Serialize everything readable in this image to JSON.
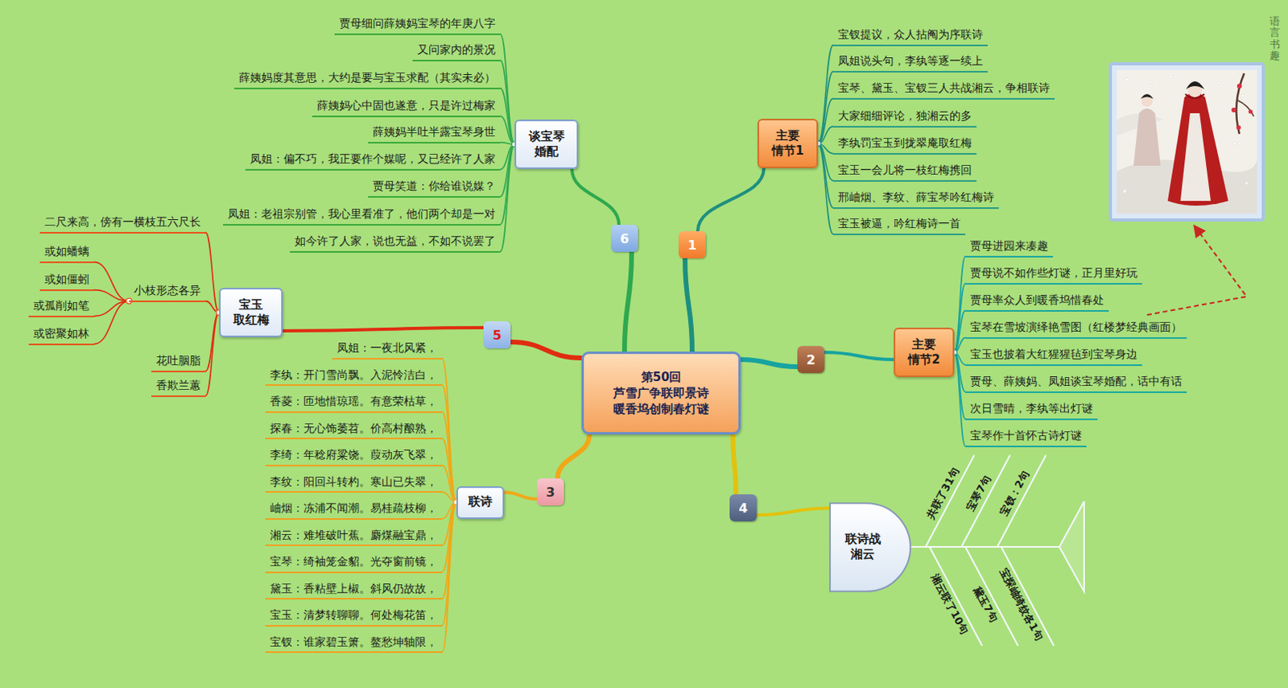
{
  "diagram": {
    "nodes": [
      {
        "text": [
          "第50回 芦雪广争联即景诗 暖香坞创制春灯谜"
        ]
      },
      {
        "text": [
          "1"
        ]
      },
      {
        "text": [
          "主要 情节1"
        ]
      },
      {
        "text": [
          "宝钗提议，众人拈阄为序联诗"
        ]
      },
      {
        "text": [
          "凤姐说头句，李纨等逐一续上"
        ]
      },
      {
        "text": [
          "宝琴、黛玉、宝钗三人共战湘云，争相联诗"
        ]
      },
      {
        "text": [
          "大家细细评论，独湘云的多"
        ]
      },
      {
        "text": [
          "李纨罚宝玉到拢翠庵取红梅"
        ]
      },
      {
        "text": [
          "宝玉一会儿将一枝红梅携回"
        ]
      },
      {
        "text": [
          "邢岫烟、李纹、薛宝琴吟红梅诗"
        ]
      },
      {
        "text": [
          "宝玉被逼，吟红梅诗一首"
        ]
      },
      {
        "text": [
          "2"
        ]
      },
      {
        "text": [
          "主要 情节2"
        ]
      },
      {
        "text": [
          "贾母进园来凑趣"
        ]
      },
      {
        "text": [
          "贾母说不如作些灯谜，正月里好玩"
        ]
      },
      {
        "text": [
          "贾母率众人到暖香坞惜春处"
        ]
      },
      {
        "text": [
          "宝琴在雪坡演绎艳雪图（红楼梦经典画面）"
        ]
      },
      {
        "text": [
          "宝玉也披着大红猩猩毡到宝琴身边"
        ]
      },
      {
        "text": [
          "贾母、薛姨妈、凤姐谈宝琴婚配，话中有话"
        ]
      },
      {
        "text": [
          "次日雪晴，李纨等出灯谜"
        ]
      },
      {
        "text": [
          "宝琴作十首怀古诗灯谜"
        ]
      },
      {
        "text": [
          "3"
        ]
      },
      {
        "text": [
          "联诗"
        ]
      },
      {
        "text": [
          "凤姐：一夜北风紧，"
        ]
      },
      {
        "text": [
          "李纨：开门雪尚飘。入泥怜洁白，"
        ]
      },
      {
        "text": [
          "香菱：匝地惜琼瑶。有意荣枯草，"
        ]
      },
      {
        "text": [
          "探春：无心饰萎苕。价高村酿熟，"
        ]
      },
      {
        "text": [
          "李绮：年稔府粱饶。葭动灰飞翠，"
        ]
      },
      {
        "text": [
          "李纹：阳回斗转杓。寒山已失翠，"
        ]
      },
      {
        "text": [
          "岫烟：冻浦不闻潮。易桂疏枝柳，"
        ]
      },
      {
        "text": [
          "湘云：难堆破叶蕉。麝煤融宝鼎，"
        ]
      },
      {
        "text": [
          "宝琴：绮袖笼金貂。光夺窗前镜，"
        ]
      },
      {
        "text": [
          "黛玉：香粘壁上椒。斜风仍故故，"
        ]
      },
      {
        "text": [
          "宝玉：清梦转聊聊。何处梅花笛，"
        ]
      },
      {
        "text": [
          "宝钗：谁家碧玉箫。鳌愁坤轴限，"
        ]
      },
      {
        "text": [
          "4"
        ]
      },
      {
        "text": [
          "联诗战 湘云"
        ]
      },
      {
        "text": [
          "5"
        ]
      },
      {
        "text": [
          "宝玉 取红梅"
        ]
      },
      {
        "text": [
          "二尺来高，傍有一横枝五六尺长"
        ]
      },
      {
        "text": [
          "小枝形态各异"
        ]
      },
      {
        "text": [
          "或如蟠螭"
        ]
      },
      {
        "text": [
          "或如僵蚓"
        ]
      },
      {
        "text": [
          "或孤削如笔"
        ]
      },
      {
        "text": [
          "或密聚如林"
        ]
      },
      {
        "text": [
          "花吐胭脂"
        ]
      },
      {
        "text": [
          "香欺兰蕙"
        ]
      },
      {
        "text": [
          "6"
        ]
      },
      {
        "text": [
          "谈宝琴 婚配"
        ]
      },
      {
        "text": [
          "贾母细问薛姨妈宝琴的年庚八字"
        ]
      },
      {
        "text": [
          "又问家内的景况"
        ]
      },
      {
        "text": [
          "薛姨妈度其意思，大约是要与宝玉求配（其实未必）"
        ]
      },
      {
        "text": [
          "薛姨妈心中固也遂意，只是许过梅家"
        ]
      },
      {
        "text": [
          "薛姨妈半吐半露宝琴身世"
        ]
      },
      {
        "text": [
          "凤姐：偏不巧，我正要作个媒呢，又已经许了人家"
        ]
      },
      {
        "text": [
          "贾母笑道：你给谁说媒？"
        ]
      },
      {
        "text": [
          "凤姐：老祖宗别管，我心里看准了，他们两个却是一对"
        ]
      },
      {
        "text": [
          "如今许了人家，说也无益，不如不说罢了"
        ]
      }
    ],
    "edges": [
      {
        "from": 0,
        "to": 1,
        "arrow": "none"
      },
      {
        "from": 1,
        "to": 2,
        "arrow": "none"
      },
      {
        "from": 2,
        "to": 3,
        "arrow": "none"
      },
      {
        "from": 2,
        "to": 4,
        "arrow": "none"
      },
      {
        "from": 2,
        "to": 5,
        "arrow": "none"
      },
      {
        "from": 2,
        "to": 6,
        "arrow": "none"
      },
      {
        "from": 2,
        "to": 7,
        "arrow": "none"
      },
      {
        "from": 2,
        "to": 8,
        "arrow": "none"
      },
      {
        "from": 2,
        "to": 9,
        "arrow": "none"
      },
      {
        "from": 2,
        "to": 10,
        "arrow": "none"
      },
      {
        "from": 0,
        "to": 11,
        "arrow": "none"
      },
      {
        "from": 11,
        "to": 12,
        "arrow": "none"
      },
      {
        "from": 12,
        "to": 13,
        "arrow": "none"
      },
      {
        "from": 12,
        "to": 14,
        "arrow": "none"
      },
      {
        "from": 12,
        "to": 15,
        "arrow": "none"
      },
      {
        "from": 12,
        "to": 16,
        "arrow": "none"
      },
      {
        "from": 12,
        "to": 17,
        "arrow": "none"
      },
      {
        "from": 12,
        "to": 18,
        "arrow": "none"
      },
      {
        "from": 12,
        "to": 19,
        "arrow": "none"
      },
      {
        "from": 12,
        "to": 20,
        "arrow": "none"
      },
      {
        "from": 0,
        "to": 21,
        "arrow": "none"
      },
      {
        "from": 21,
        "to": 22,
        "arrow": "none"
      },
      {
        "from": 22,
        "to": 23,
        "arrow": "none"
      },
      {
        "from": 22,
        "to": 24,
        "arrow": "none"
      },
      {
        "from": 22,
        "to": 25,
        "arrow": "none"
      },
      {
        "from": 22,
        "to": 26,
        "arrow": "none"
      },
      {
        "from": 22,
        "to": 27,
        "arrow": "none"
      },
      {
        "from": 22,
        "to": 28,
        "arrow": "none"
      },
      {
        "from": 22,
        "to": 29,
        "arrow": "none"
      },
      {
        "from": 22,
        "to": 30,
        "arrow": "none"
      },
      {
        "from": 22,
        "to": 31,
        "arrow": "none"
      },
      {
        "from": 22,
        "to": 32,
        "arrow": "none"
      },
      {
        "from": 22,
        "to": 33,
        "arrow": "none"
      },
      {
        "from": 22,
        "to": 34,
        "arrow": "none"
      },
      {
        "from": 0,
        "to": 35,
        "arrow": "none"
      },
      {
        "from": 35,
        "to": 36,
        "arrow": "none"
      },
      {
        "from": 0,
        "to": 37,
        "arrow": "none"
      },
      {
        "from": 37,
        "to": 38,
        "arrow": "none"
      },
      {
        "from": 38,
        "to": 39,
        "arrow": "none"
      },
      {
        "from": 38,
        "to": 40,
        "arrow": "none"
      },
      {
        "from": 40,
        "to": 41,
        "arrow": "none"
      },
      {
        "from": 40,
        "to": 42,
        "arrow": "none"
      },
      {
        "from": 40,
        "to": 43,
        "arrow": "none"
      },
      {
        "from": 40,
        "to": 44,
        "arrow": "none"
      },
      {
        "from": 38,
        "to": 45,
        "arrow": "none"
      },
      {
        "from": 38,
        "to": 46,
        "arrow": "none"
      },
      {
        "from": 0,
        "to": 47,
        "arrow": "none"
      },
      {
        "from": 47,
        "to": 48,
        "arrow": "none"
      },
      {
        "from": 48,
        "to": 49,
        "arrow": "none"
      },
      {
        "from": 48,
        "to": 50,
        "arrow": "none"
      },
      {
        "from": 48,
        "to": 51,
        "arrow": "none"
      },
      {
        "from": 48,
        "to": 52,
        "arrow": "none"
      },
      {
        "from": 48,
        "to": 53,
        "arrow": "none"
      },
      {
        "from": 48,
        "to": 54,
        "arrow": "none"
      },
      {
        "from": 48,
        "to": 55,
        "arrow": "none"
      },
      {
        "from": 48,
        "to": 56,
        "arrow": "none"
      },
      {
        "from": 48,
        "to": 57,
        "arrow": "none"
      }
    ],
    "labels": [
      "共联了31句",
      "宝琴7句",
      "宝钗：2句",
      "湘云联了10句",
      "黛玉7句",
      "宝探岫绮纹各1句",
      "语言书趣"
    ]
  }
}
